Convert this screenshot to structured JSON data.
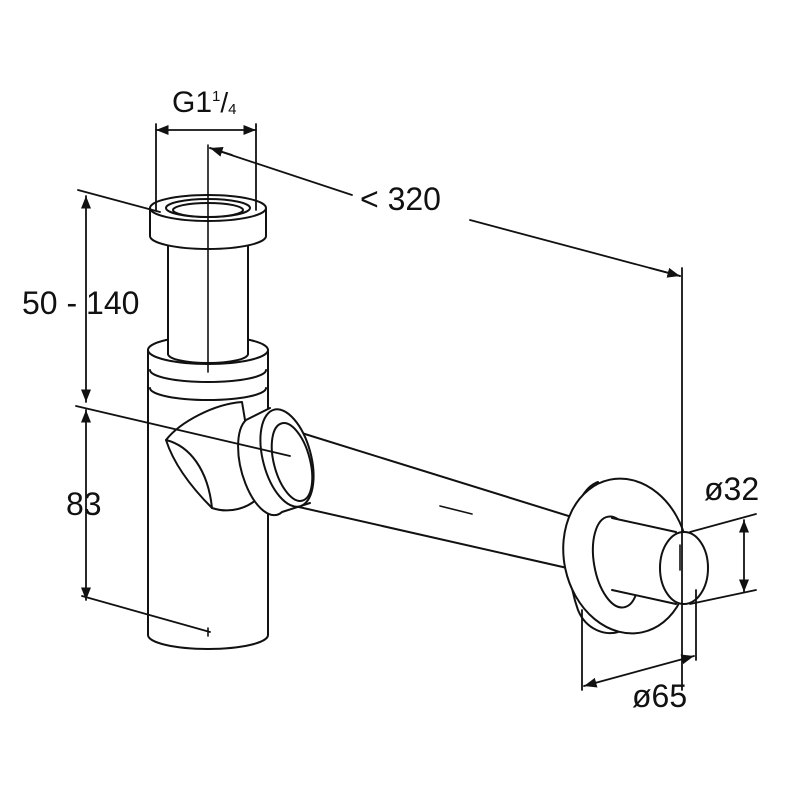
{
  "dimensions": {
    "thread_prefix": "G1",
    "thread_frac_num": "1",
    "thread_frac_den": "4",
    "max_length": "< 320",
    "height_range": "50 - 140",
    "lower_height": "83",
    "outlet_diameter": "ø32",
    "rosette_diameter": "ø65"
  },
  "colors": {
    "line": "#111111",
    "fill": "#ffffff"
  }
}
